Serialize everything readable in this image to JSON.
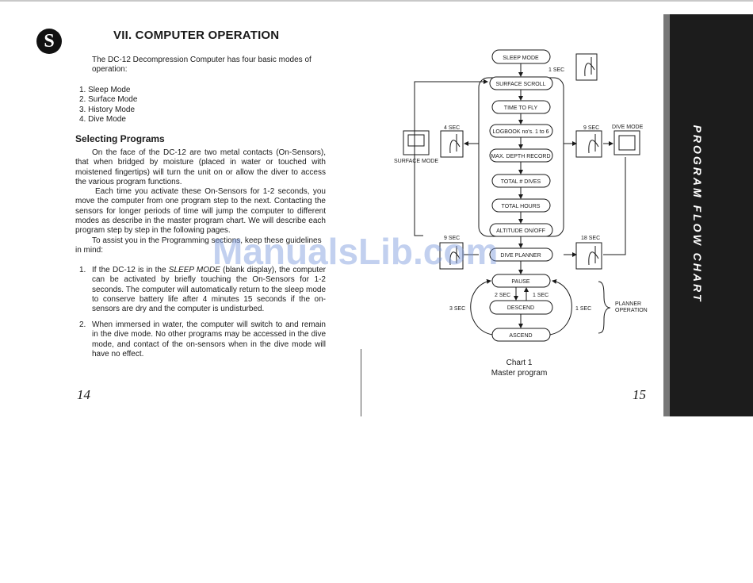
{
  "page_title": "VII. COMPUTER OPERATION",
  "intro": "The DC-12 Decompression Computer has four basic modes of operation:",
  "modes": [
    "1.  Sleep Mode",
    "2.  Surface Mode",
    "3.  History Mode",
    "4.  Dive Mode"
  ],
  "section_title": "Selecting Programs",
  "para1": "On the face of the DC-12 are two metal contacts (On-Sensors), that when bridged by moisture (placed in water or touched with moistened fingertips) will turn the unit on or allow the diver to access the various program functions.",
  "para2": "Each time you activate these On-Sensors for 1-2 seconds, you move the computer from one program step to the next. Contacting the sensors for longer periods of time will jump the computer to different modes as describe in the master program chart. We will describe each program step by step in the following pages.",
  "para3": "To assist you in the Programming sections, keep these guidelines in mind:",
  "item1_num": "1.",
  "item1_a": "If the DC-12 is in the ",
  "item1_em": "SLEEP MODE",
  "item1_b": " (blank display), the computer can be activated by briefly touching the On-Sensors for 1-2 seconds. The computer will automatically return to the sleep mode to conserve battery life after 4 minutes 15 seconds if the on-sensors are dry and the computer is undisturbed.",
  "item2_num": "2.",
  "item2": "When immersed in water, the computer will switch to and remain in the dive mode. No other programs may be accessed in the dive mode, and contact of the on-sensors when in the dive mode will have no effect.",
  "page_left": "14",
  "page_right": "15",
  "sidebar_title": "PROGRAM FLOW CHART",
  "watermark": "ManualsLib.com",
  "chart": {
    "sleep_mode": "SLEEP MODE",
    "surface_scroll": "SURFACE SCROLL",
    "time_to_fly": "TIME TO FLY",
    "logbook": "LOGBOOK no's. 1 to 6",
    "max_depth": "MAX. DEPTH RECORD",
    "total_dives": "TOTAL # DIVES",
    "total_hours": "TOTAL HOURS",
    "altitude": "ALTITUDE ON/OFF",
    "dive_planner": "DIVE PLANNER",
    "pause": "PAUSE",
    "descend": "DESCEND",
    "ascend": "ASCEND",
    "t_1sec_top": "1 SEC",
    "t_4sec": "4 SEC",
    "t_9sec_right": "9 SEC",
    "t_9sec_left": "9 SEC",
    "t_18sec": "18 SEC",
    "t_2sec": "2 SEC",
    "t_1sec_mid": "1 SEC",
    "t_3sec": "3 SEC",
    "t_1sec_right": "1 SEC",
    "surface_mode": "SURFACE MODE",
    "dive_mode": "DIVE MODE",
    "planner_op_1": "PLANNER",
    "planner_op_2": "OPERATION",
    "caption_1": "Chart 1",
    "caption_2": "Master program"
  }
}
